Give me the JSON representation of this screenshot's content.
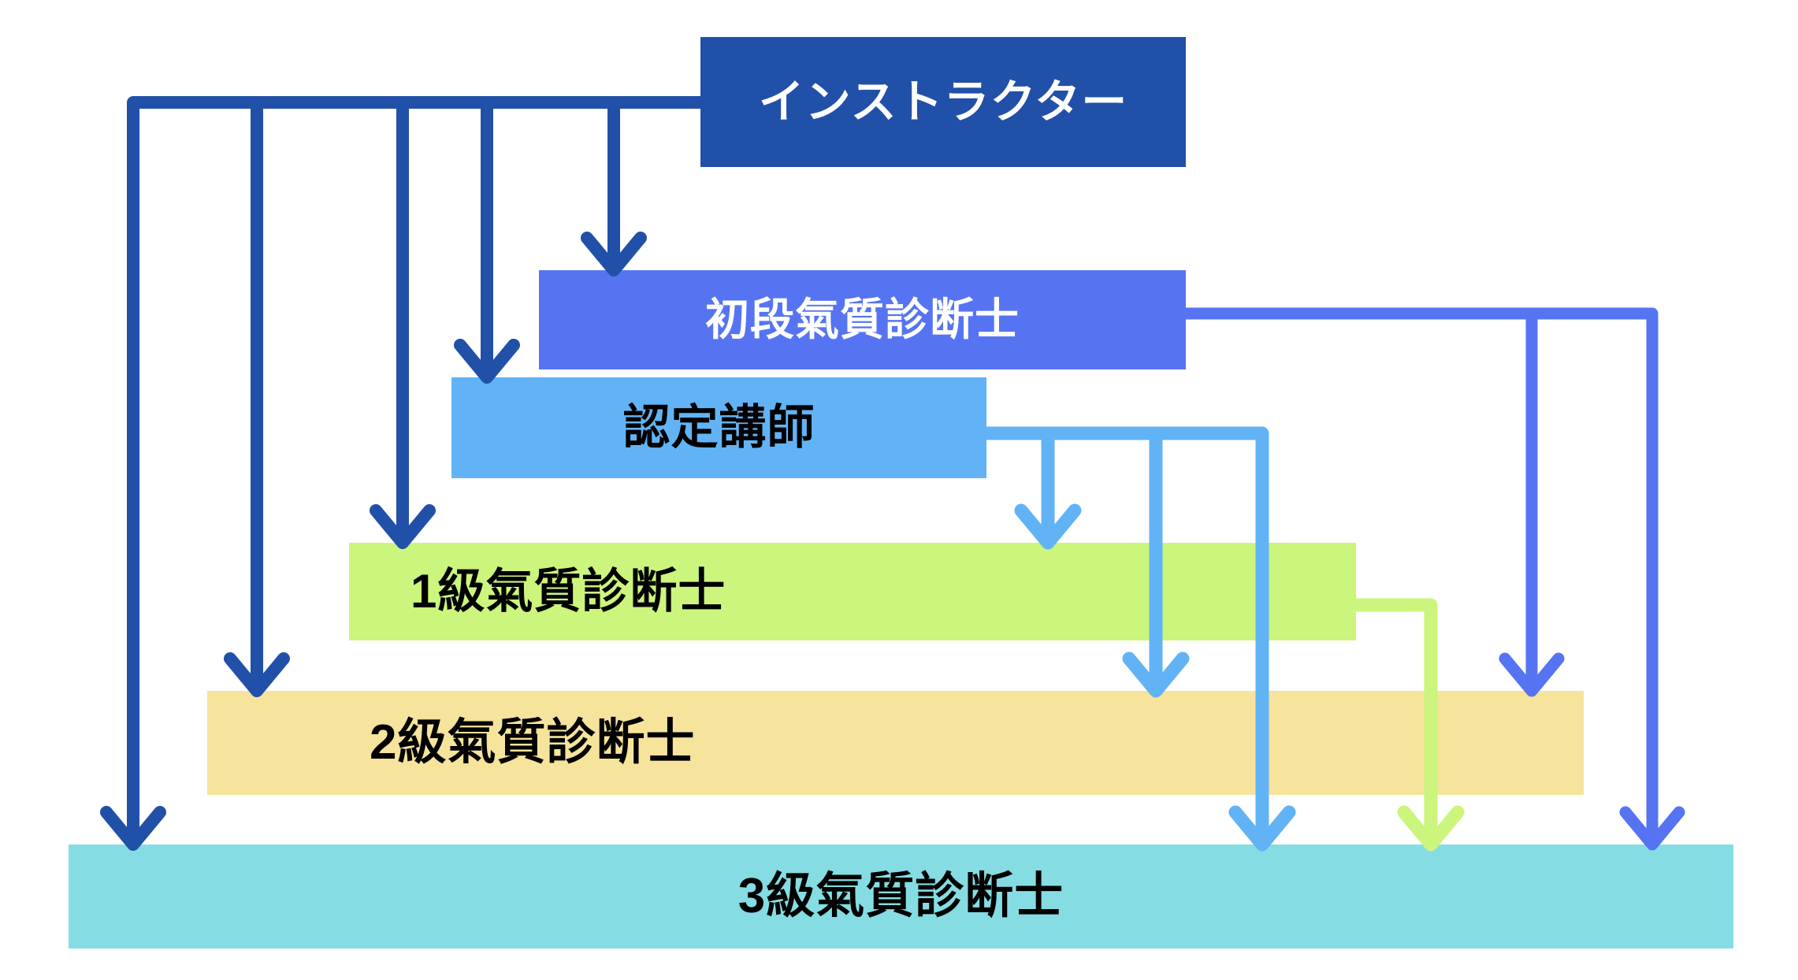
{
  "background": "#ffffff",
  "levels": [
    {
      "id": "instructor",
      "label": "インストラクター",
      "color": "#2150a8",
      "text_color": "#ffffff"
    },
    {
      "id": "shodan",
      "label": "初段氣質診断士",
      "color": "#5674f2",
      "text_color": "#ffffff"
    },
    {
      "id": "nintei",
      "label": "認定講師",
      "color": "#62b3f5",
      "text_color": "#000000"
    },
    {
      "id": "grade1",
      "label": "1級氣質診断士",
      "color": "#cbf57d",
      "text_color": "#000000"
    },
    {
      "id": "grade2",
      "label": "2級氣質診断士",
      "color": "#f6e39c",
      "text_color": "#000000"
    },
    {
      "id": "grade3",
      "label": "3級氣質診断士",
      "color": "#85dde3",
      "text_color": "#000000"
    }
  ],
  "connectors": [
    {
      "from": "instructor",
      "targets": [
        "shodan",
        "nintei",
        "grade1",
        "grade2",
        "grade3"
      ],
      "color": "#2150a8"
    },
    {
      "from": "shodan",
      "targets": [
        "grade2",
        "grade3"
      ],
      "color": "#5674f2"
    },
    {
      "from": "nintei",
      "targets": [
        "grade1",
        "grade2",
        "grade3"
      ],
      "color": "#62b3f5"
    },
    {
      "from": "grade1",
      "targets": [
        "grade3"
      ],
      "color": "#cbf57d"
    }
  ]
}
